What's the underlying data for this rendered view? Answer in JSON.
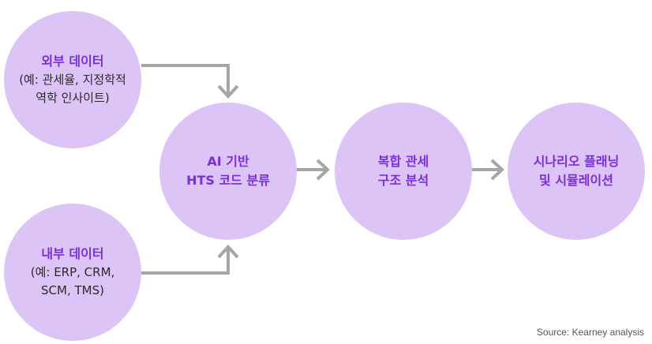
{
  "nodes": {
    "external": {
      "title": "외부 데이터",
      "sub_line1": "(예: 관세율, 지정학적",
      "sub_line2": "역학 인사이트)"
    },
    "internal": {
      "title": "내부 데이터",
      "sub_line1": "(예: ERP, CRM,",
      "sub_line2": "SCM, TMS)"
    },
    "ai": {
      "line1": "AI 기반",
      "line2": "HTS 코드 분류"
    },
    "complex": {
      "line1": "복합 관세",
      "line2": "구조 분석"
    },
    "scenario": {
      "line1": "시나리오 플래닝",
      "line2": "및 시뮬레이션"
    }
  },
  "footer": {
    "source": "Source: Kearney analysis"
  },
  "colors": {
    "node_fill": "#dcc4f7",
    "accent_text": "#7b2fd6",
    "arrow": "#a6a6a6"
  }
}
